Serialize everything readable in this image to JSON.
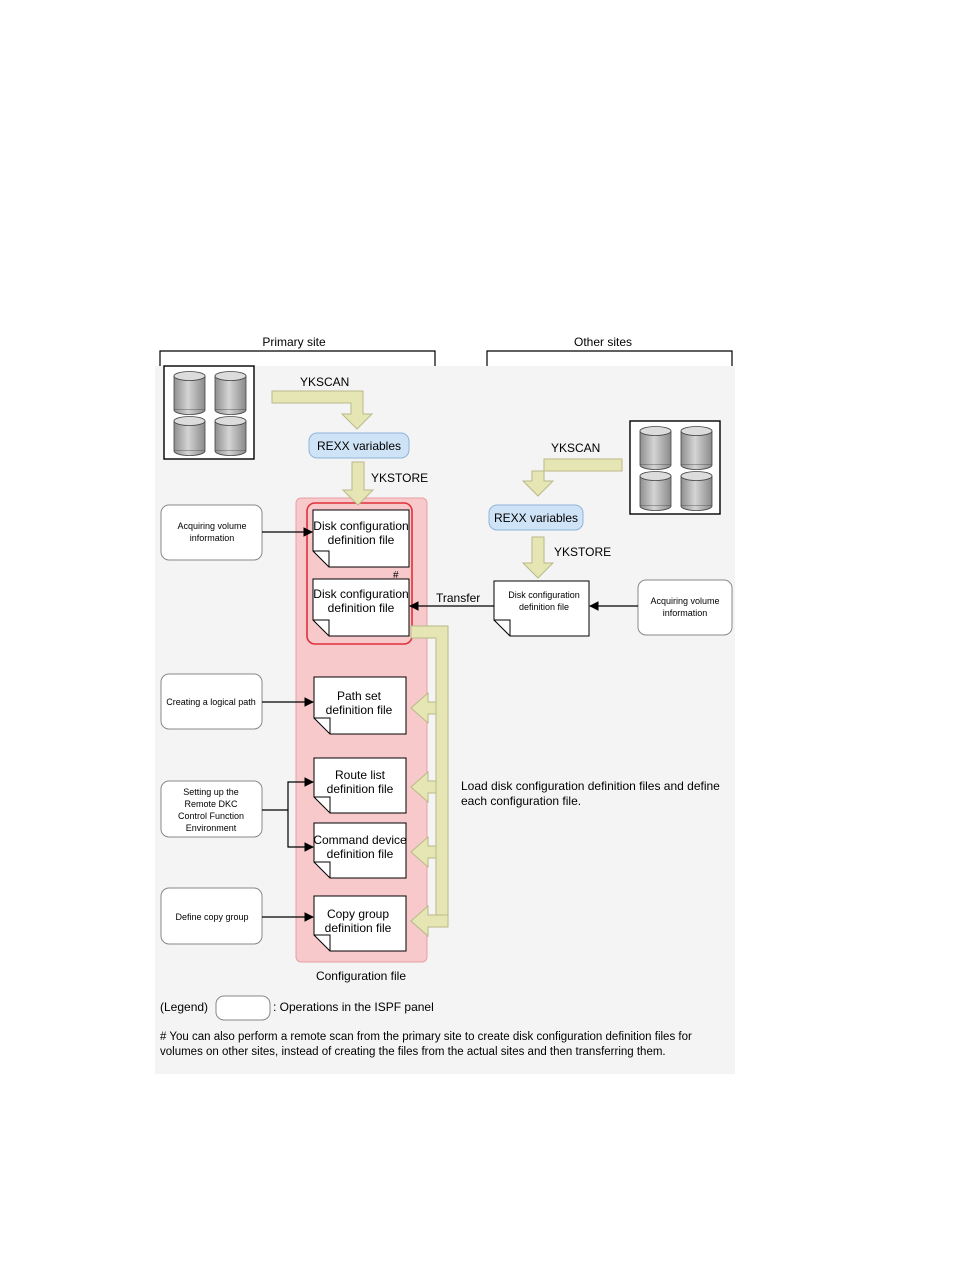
{
  "sites": {
    "primary": "Primary site",
    "other": "Other sites"
  },
  "commands": {
    "ykscan": "YKSCAN",
    "ykstore": "YKSTORE"
  },
  "rexx_label": "REXX variables",
  "ops": {
    "acquiring_volume": [
      "Acquiring volume",
      "information"
    ],
    "creating_logical_path": [
      "Creating a logical path"
    ],
    "setting_up_remote_dkc": [
      "Setting up the",
      "Remote DKC",
      "Control Function",
      "Environment"
    ],
    "define_copy_group": [
      "Define copy group"
    ]
  },
  "files": {
    "disk_config": [
      "Disk configuration",
      "definition file"
    ],
    "path_set": [
      "Path set",
      "definition file"
    ],
    "route_list": [
      "Route list",
      "definition file"
    ],
    "command_device": [
      "Command device",
      "definition file"
    ],
    "copy_group": [
      "Copy group",
      "definition file"
    ]
  },
  "hash_mark": "#",
  "transfer_label": "Transfer",
  "load_note": [
    "Load disk configuration definition files and define",
    "each configuration file."
  ],
  "config_file_label": "Configuration file",
  "legend": {
    "label": "(Legend)",
    "text": ": Operations in the ISPF panel"
  },
  "footnote": [
    "# You can also perform a remote scan from the primary site to create disk configuration definition files for",
    "volumes on other sites, instead of creating the files from the actual sites and then transferring them."
  ],
  "colors": {
    "arrow_fill": "#e6e6b4",
    "arrow_stroke": "#b9b98a",
    "rexx_fill": "#cfe3f7",
    "rexx_stroke": "#8fb3da",
    "config_fill": "#f7c9cb",
    "config_stroke": "#eaa0a5",
    "highlight_stroke": "#e0303a",
    "canvas_bg": "#f4f4f4"
  }
}
